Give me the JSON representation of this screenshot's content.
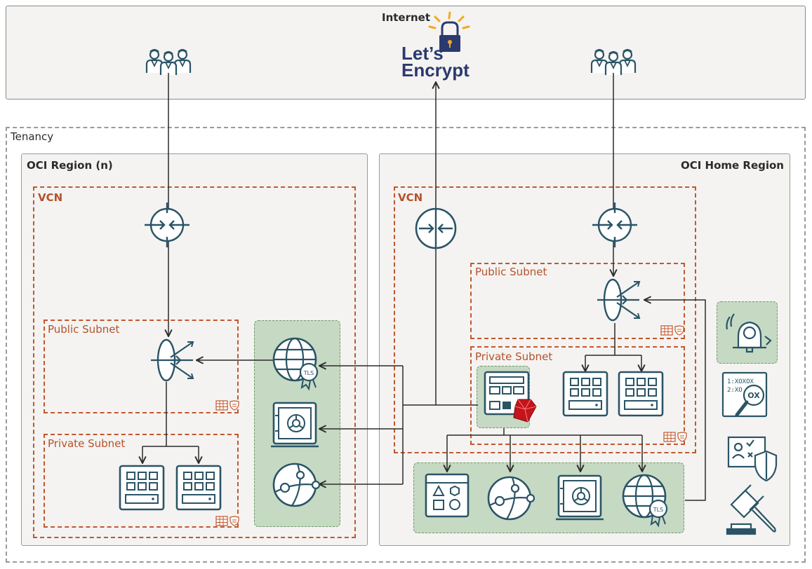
{
  "internet": {
    "label": "Internet"
  },
  "letsencrypt": {
    "line1": "Let’s",
    "line2": "Encrypt"
  },
  "tenancy": {
    "label": "Tenancy"
  },
  "region_n": {
    "label": "OCI Region (n)",
    "vcn": "VCN",
    "public_subnet": "Public Subnet",
    "private_subnet": "Private Subnet"
  },
  "region_home": {
    "label": "OCI Home Region",
    "vcn": "VCN",
    "public_subnet": "Public Subnet",
    "private_subnet": "Private Subnet"
  },
  "tls_badge": "TLS",
  "audit_text": {
    "line1": "1:XOXOX",
    "line2": "2:XO",
    "circle": "OX"
  },
  "colors": {
    "teal": "#2a5466",
    "orange": "#c0582e",
    "green": "#c6d9c3",
    "ruby": "#c4141c",
    "lock": "#f2a91e"
  }
}
